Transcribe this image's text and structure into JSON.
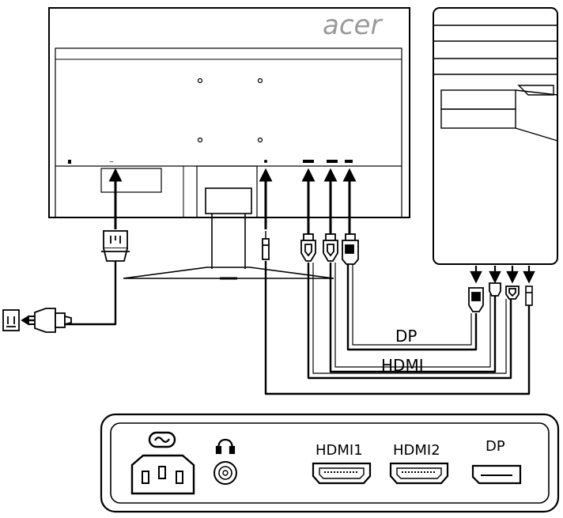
{
  "monitor": {
    "brand": "acer",
    "port_labels": {
      "hdmi1": "HDMI1",
      "hdmi2": "HDMI2",
      "dp": "DP"
    }
  },
  "cables": {
    "dp_label": "DP",
    "hdmi_label": "HDMI"
  },
  "panel": {
    "hdmi1_label": "HDMI1",
    "hdmi2_label": "HDMI2",
    "dp_label": "DP",
    "icons": [
      "ac-power-icon",
      "headphone-icon"
    ]
  }
}
